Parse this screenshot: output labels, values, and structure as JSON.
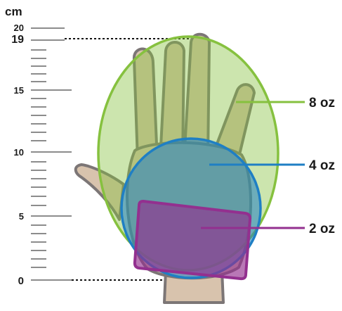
{
  "ruler": {
    "unit": "cm",
    "labels": [
      "0",
      "5",
      "10",
      "15",
      "19",
      "20"
    ]
  },
  "sizes": [
    {
      "label": "8 oz",
      "color": "#86c13f"
    },
    {
      "label": "4 oz",
      "color": "#1f7fc4"
    },
    {
      "label": "2 oz",
      "color": "#93308f"
    }
  ],
  "colors": {
    "skin": "#d8c3ad",
    "skin_outline": "#7c7676",
    "ruler": "#666666",
    "text": "#1a1a1a"
  }
}
